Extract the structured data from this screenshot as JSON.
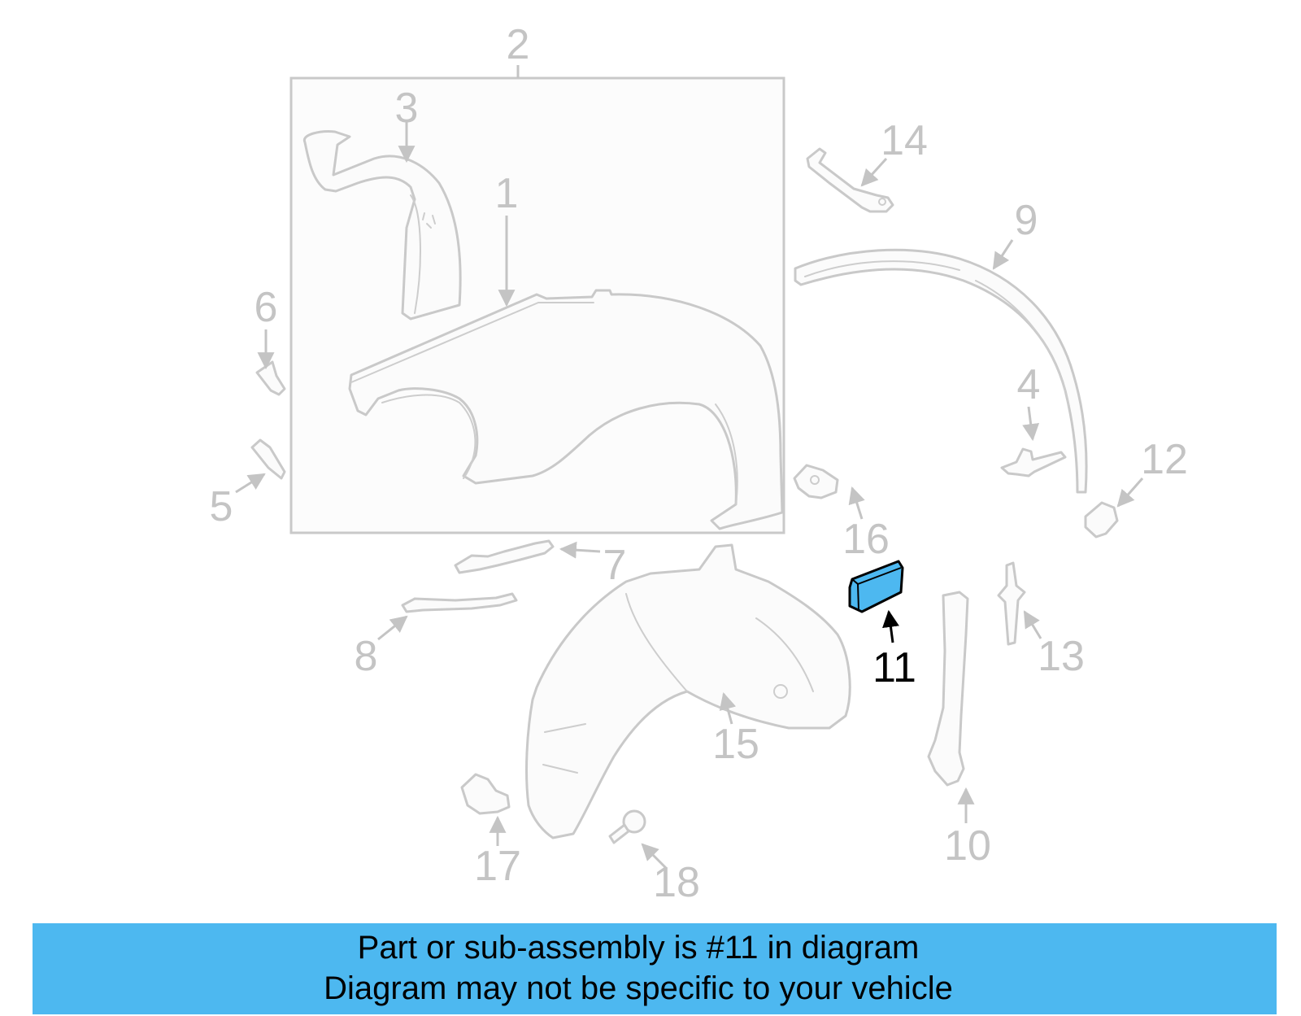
{
  "diagram": {
    "highlight_color": "#4db8f0",
    "callouts": {
      "c1": "1",
      "c2": "2",
      "c3": "3",
      "c4": "4",
      "c5": "5",
      "c6": "6",
      "c7": "7",
      "c8": "8",
      "c9": "9",
      "c10": "10",
      "c11": "11",
      "c12": "12",
      "c13": "13",
      "c14": "14",
      "c15": "15",
      "c16": "16",
      "c17": "17",
      "c18": "18"
    }
  },
  "banner": {
    "line1": "Part or sub-assembly is #11 in diagram",
    "line2": "Diagram may not be specific to your vehicle",
    "color": "#4db8f0"
  }
}
